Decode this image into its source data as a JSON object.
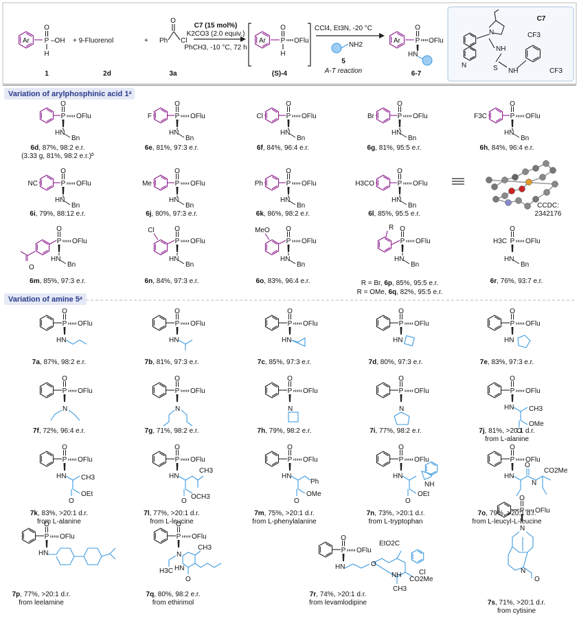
{
  "header": {
    "reagent_top": "C7 (15 mol%)",
    "reagent_mid": "K2CO3 (2.0 equiv.)",
    "reagent_bot": "PhCH3, -10 °C, 72 h",
    "plus1": "+ 9-Fluorenol",
    "plus2": "+",
    "acyl_o": "O",
    "acyl_ph": "Ph",
    "acyl_cl": "Cl",
    "label1": "1",
    "label2": "2d",
    "label3": "3a",
    "label4": "(S)-4",
    "label67": "6-7",
    "ar": "Ar",
    "oh": "–OH",
    "oflu": "OFlu",
    "h": "H",
    "p": "P",
    "o": "O",
    "hn": "HN",
    "nh2": "NH2",
    "step2_top": "CCl4, Et3N, -20 °C",
    "step2_num": "5",
    "step2_bot": "A-T reaction",
    "catalyst_label": "C7",
    "cf3": "CF3",
    "nh": "NH",
    "n": "N",
    "s": "S"
  },
  "section1": {
    "title": "Variation of arylphosphinic acid 1",
    "sup": "a"
  },
  "section2": {
    "title": "Variation of amine 5",
    "sup": "a"
  },
  "row1": [
    {
      "sub": "",
      "id": "6d",
      "txt": ", 87%, 98:2 e.r.",
      "extra": "(3.33 g, 81%, 98:2 e.r.)",
      "extra_sup": "b"
    },
    {
      "sub": "F",
      "id": "6e",
      "txt": ", 81%, 97:3 e.r."
    },
    {
      "sub": "Cl",
      "id": "6f",
      "txt": ", 84%, 96:4 e.r."
    },
    {
      "sub": "Br",
      "id": "6g",
      "txt": ", 81%, 95:5 e.r."
    },
    {
      "sub": "F3C",
      "id": "6h",
      "txt": ", 84%, 96:4 e.r."
    }
  ],
  "row2": [
    {
      "sub": "NC",
      "id": "6i",
      "txt": ", 79%, 88:12 e.r."
    },
    {
      "sub": "Me",
      "id": "6j",
      "txt": ", 80%, 97:3 e.r."
    },
    {
      "sub": "Ph",
      "id": "6k",
      "txt": ", 86%, 98:2 e.r."
    },
    {
      "sub": "H3CO",
      "id": "6l",
      "txt": ", 85%, 95:5 e.r."
    }
  ],
  "ccdc": {
    "line1": "CCDC:",
    "line2": "2342176"
  },
  "row3": [
    {
      "id": "6m",
      "txt": ", 85%, 97:3 e.r.",
      "sub": ""
    },
    {
      "id": "6n",
      "txt": ", 84%, 97:3 e.r.",
      "sub": "Cl"
    },
    {
      "id": "6o",
      "txt": ", 83%, 96:4 e.r.",
      "sub": "MeO"
    },
    {
      "sub": "R",
      "line1_pre": "R = Br, ",
      "line1_id": "6p",
      "line1_txt": ", 85%, 95:5 e.r.",
      "line2_pre": "R = OMe, ",
      "line2_id": "6q",
      "line2_txt": ", 82%, 95:5 e.r."
    },
    {
      "id": "6r",
      "txt": ", 76%, 93:7 e.r.",
      "sub": "H3C"
    }
  ],
  "bn": "Bn",
  "amines": [
    {
      "id": "7a",
      "txt": ", 87%, 98:2 e.r."
    },
    {
      "id": "7b",
      "txt": ", 81%, 97:3 e.r."
    },
    {
      "id": "7c",
      "txt": ", 85%, 97:3 e.r."
    },
    {
      "id": "7d",
      "txt": ", 80%, 97:3 e.r."
    },
    {
      "id": "7e",
      "txt": ", 83%, 97:3 e.r."
    },
    {
      "id": "7f",
      "txt": ", 72%, 96:4 e.r."
    },
    {
      "id": "7g",
      "txt": ", 71%, 98:2 e.r."
    },
    {
      "id": "7h",
      "txt": ", 79%, 98:2 e.r."
    },
    {
      "id": "7i",
      "txt": ", 77%, 98:2 e.r."
    },
    {
      "id": "7j",
      "txt": ", 81%, >20:1 d.r.",
      "from": "from L-alanine"
    },
    {
      "id": "7k",
      "txt": ", 83%, >20:1 d.r.",
      "from": "from L-alanine"
    },
    {
      "id": "7l",
      "txt": ", 77%, >20:1 d.r.",
      "from": "from L-leucine"
    },
    {
      "id": "7m",
      "txt": ", 75%, >20:1 d.r.",
      "from": "from L-phenylalanine"
    },
    {
      "id": "7n",
      "txt": ", 73%, >20:1 d.r.",
      "from": "from L-tryptophan"
    },
    {
      "id": "7o",
      "txt": ", 79%, >20:1 d.r.",
      "from": "from L-leucyl-L-leucine"
    },
    {
      "id": "7p",
      "txt": ", 77%, >20:1 d.r.",
      "from": "from leelamine"
    },
    {
      "id": "7q",
      "txt": ", 80%, 98:2 e.r.",
      "from": "from ethirimol"
    },
    {
      "id": "7r",
      "txt": ", 74%, >20:1 d.r.",
      "from": "from levamlodipine"
    },
    {
      "id": "7s",
      "txt": ", 71%, >20:1 d.r.",
      "from": "from cytisine"
    }
  ],
  "frag": {
    "ch3": "CH3",
    "ome": "OMe",
    "oet": "OEt",
    "och3": "OCH3",
    "ph": "Ph",
    "nh": "NH",
    "n": "N",
    "o": "O",
    "hn": "HN",
    "co2me": "CO2Me",
    "eto2c": "EtO2C",
    "cl": "Cl",
    "h3c": "H3C"
  },
  "colors": {
    "purple": "#8b1c8b",
    "orange": "#e07a1f",
    "blue": "#3d9ae0",
    "green": "#1a8a1a",
    "section": "#2b3a8c"
  }
}
